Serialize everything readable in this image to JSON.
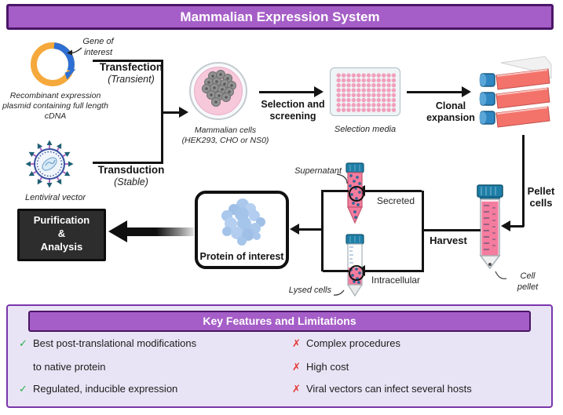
{
  "title": "Mammalian Expression System",
  "colors": {
    "accent_purple": "#A55EC7",
    "purple_border": "#4A1566",
    "panel_background": "#E9E4F5",
    "panel_border": "#7A35AC",
    "check_green": "#27B24B",
    "cross_red": "#E53935",
    "plasmid_ring_orange": "#F5A93C",
    "gene_arc_blue": "#2D6FD4",
    "media_pink": "#F47C9E",
    "cap_blue": "#1E7FA8"
  },
  "flow": {
    "gene_of_interest": "Gene of\ninterest",
    "plasmid_caption": "Recombinant expression plasmid containing full length cDNA",
    "transfection": "Transfection",
    "transfection_mode": "(Transient)",
    "transduction": "Transduction",
    "transduction_mode": "(Stable)",
    "lentiviral_vector": "Lentiviral vector",
    "mammalian_cells": "Mammalian cells\n(HEK293, CHO or NS0)",
    "selection_screening": "Selection and\nscreening",
    "selection_media": "Selection media",
    "clonal_expansion": "Clonal\nexpansion",
    "pellet_cells": "Pellet\ncells",
    "cell_pellet": "Cell\npellet",
    "harvest": "Harvest",
    "supernatant": "Supernatant",
    "secreted": "Secreted",
    "lysed_cells": "Lysed cells",
    "intracellular": "Intracellular",
    "protein_of_interest": "Protein of interest",
    "purification": "Purification\n&\nAnalysis"
  },
  "features": {
    "heading": "Key Features and Limitations",
    "check_glyph": "✓",
    "cross_glyph": "✗",
    "left": [
      {
        "icon": "check",
        "text": "Best post-translational modifications"
      },
      {
        "icon": "none",
        "text": "to native protein"
      },
      {
        "icon": "check",
        "text": "Regulated, inducible expression"
      }
    ],
    "right": [
      {
        "icon": "cross",
        "text": "Complex procedures"
      },
      {
        "icon": "cross",
        "text": "High cost"
      },
      {
        "icon": "cross",
        "text": "Viral vectors can infect several hosts"
      }
    ]
  }
}
